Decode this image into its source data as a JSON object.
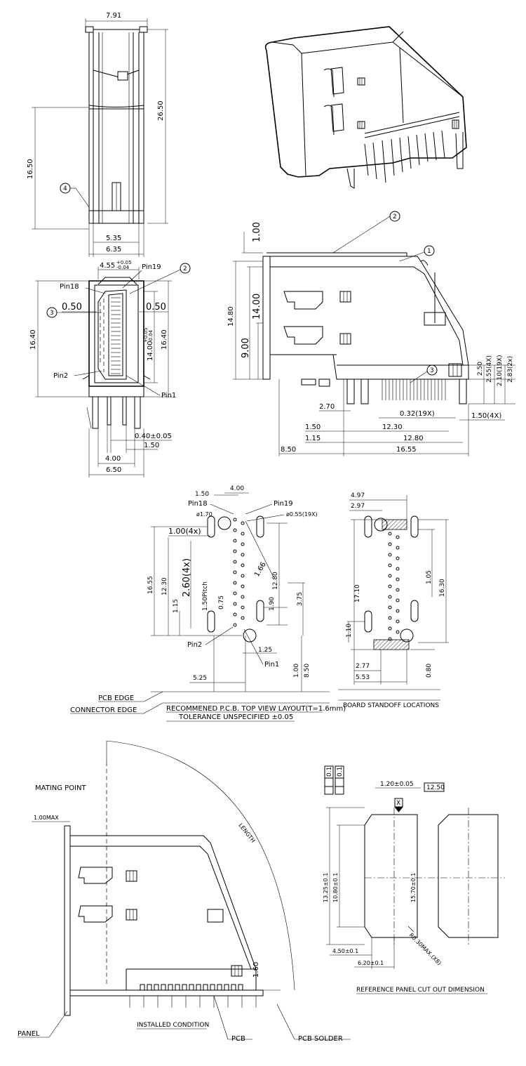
{
  "side_view": {
    "w_top": "7.91",
    "h_total": "26.50",
    "h_lower": "16.50",
    "w_inner": "5.35",
    "w_outer": "6.35",
    "callout": "4"
  },
  "front_view": {
    "top_w": "4.55",
    "top_w_tol_plus": "+0.05",
    "top_w_tol_minus": "-0.04",
    "pin19": "Pin19",
    "pin18": "Pin18",
    "pin2": "Pin2",
    "pin1": "Pin1",
    "callout_2": "2",
    "callout_3": "3",
    "off_left": "0.50",
    "off_right": "0.50",
    "h_left": "16.40",
    "h_inner": "14.00",
    "h_inner_tol_plus": "+0.05",
    "h_inner_tol_minus": "-0.04",
    "h_right": "16.40",
    "pin_w": "0.40±0.05",
    "pin_off": "1.50",
    "w_4": "4.00",
    "w_650": "6.50"
  },
  "profile_view": {
    "callout_2": "2",
    "callout_1": "1",
    "callout_3": "3",
    "d_100": "1.00",
    "d_1480": "14.80",
    "d_1400": "14.00",
    "d_900": "9.00",
    "d_250": "2.50",
    "d_255": "2.55(4X)",
    "d_210": "2.10(19X)",
    "d_283": "2.83(2x)",
    "d_270": "2.70",
    "d_032": "0.32(19X)",
    "d_150_4x": "1.50(4X)",
    "d_150": "1.50",
    "d_1230": "12.30",
    "d_115": "1.15",
    "d_1280": "12.80",
    "d_850": "8.50",
    "d_1655": "16.55"
  },
  "pcb_layout": {
    "d_150": "1.50",
    "d_400": "4.00",
    "pin18": "Pin18",
    "pin19": "Pin19",
    "phi170": "ø1.70",
    "phi055": "ø0.55(19X)",
    "d_100_4x": "1.00(4x)",
    "d_166": "1.66",
    "d_1655": "16.55",
    "d_1230": "12.30",
    "d_260_4x": "2.60(4x)",
    "d_1280": "12.80",
    "d_150_pitch": "1.50Pitch",
    "d_075": "0.75",
    "d_115": "1.15",
    "d_190": "1.90",
    "d_375": "3.75",
    "pin2": "Pin2",
    "pin1": "Pin1",
    "d_125": "1.25",
    "d_525": "5.25",
    "d_100": "1.00",
    "d_850": "8.50",
    "pcb_edge": "PCB EDGE",
    "connector_edge": "CONNECTOR EDGE",
    "title": "RECOMMENED P.C.B. TOP VIEW LAYOUT(T=1.6mm)",
    "tolerance": "TOLERANCE UNSPECIFIED ±0.05"
  },
  "standoff": {
    "d_497": "4.97",
    "d_297": "2.97",
    "d_105": "1.05",
    "d_1710": "17.10",
    "d_1630": "16.30",
    "d_110": "1.10",
    "d_277": "2.77",
    "d_553": "5.53",
    "d_080": "0.80",
    "title": "BOARD STANDOFF LOCATIONS"
  },
  "installed": {
    "mating_point": "MATING POINT",
    "d_100max": "1.00MAX",
    "length": "LENGTH",
    "d_160": "1.60",
    "panel": "PANEL",
    "title": "INSTALLED CONDITION",
    "pcb": "PCB",
    "pcb_solder": "PCB SOLDER"
  },
  "panel_cutout": {
    "tol1": "0.1",
    "tol2": "0.1",
    "datum": "X",
    "d_120": "1.20±0.05",
    "d_1250": "12.50",
    "d_1325": "13.25±0.1",
    "d_1080": "10.80±0.1",
    "d_1570": "15.70±0.1",
    "d_450": "4.50±0.1",
    "d_620": "6.20±0.1",
    "d_r030": "R0.30MAX.(X8)",
    "title": "REFERENCE PANEL CUT OUT DIMENSION"
  }
}
